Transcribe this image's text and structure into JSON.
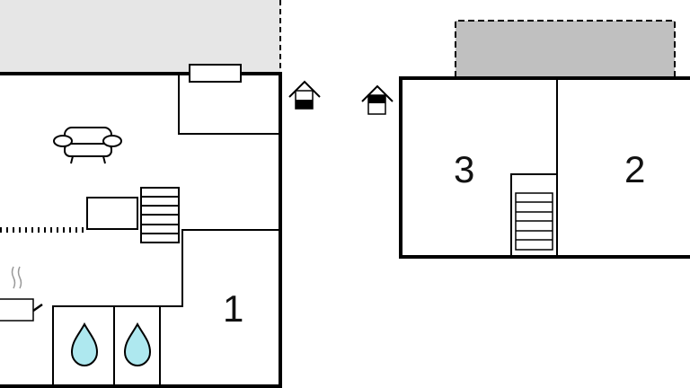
{
  "rooms": {
    "room1": "1",
    "room2": "2",
    "room3": "3"
  },
  "colors": {
    "wall": "#000000",
    "terrace_left": "#e6e6e6",
    "terrace_right": "#c0c0c0",
    "water": "#aee8ef"
  }
}
